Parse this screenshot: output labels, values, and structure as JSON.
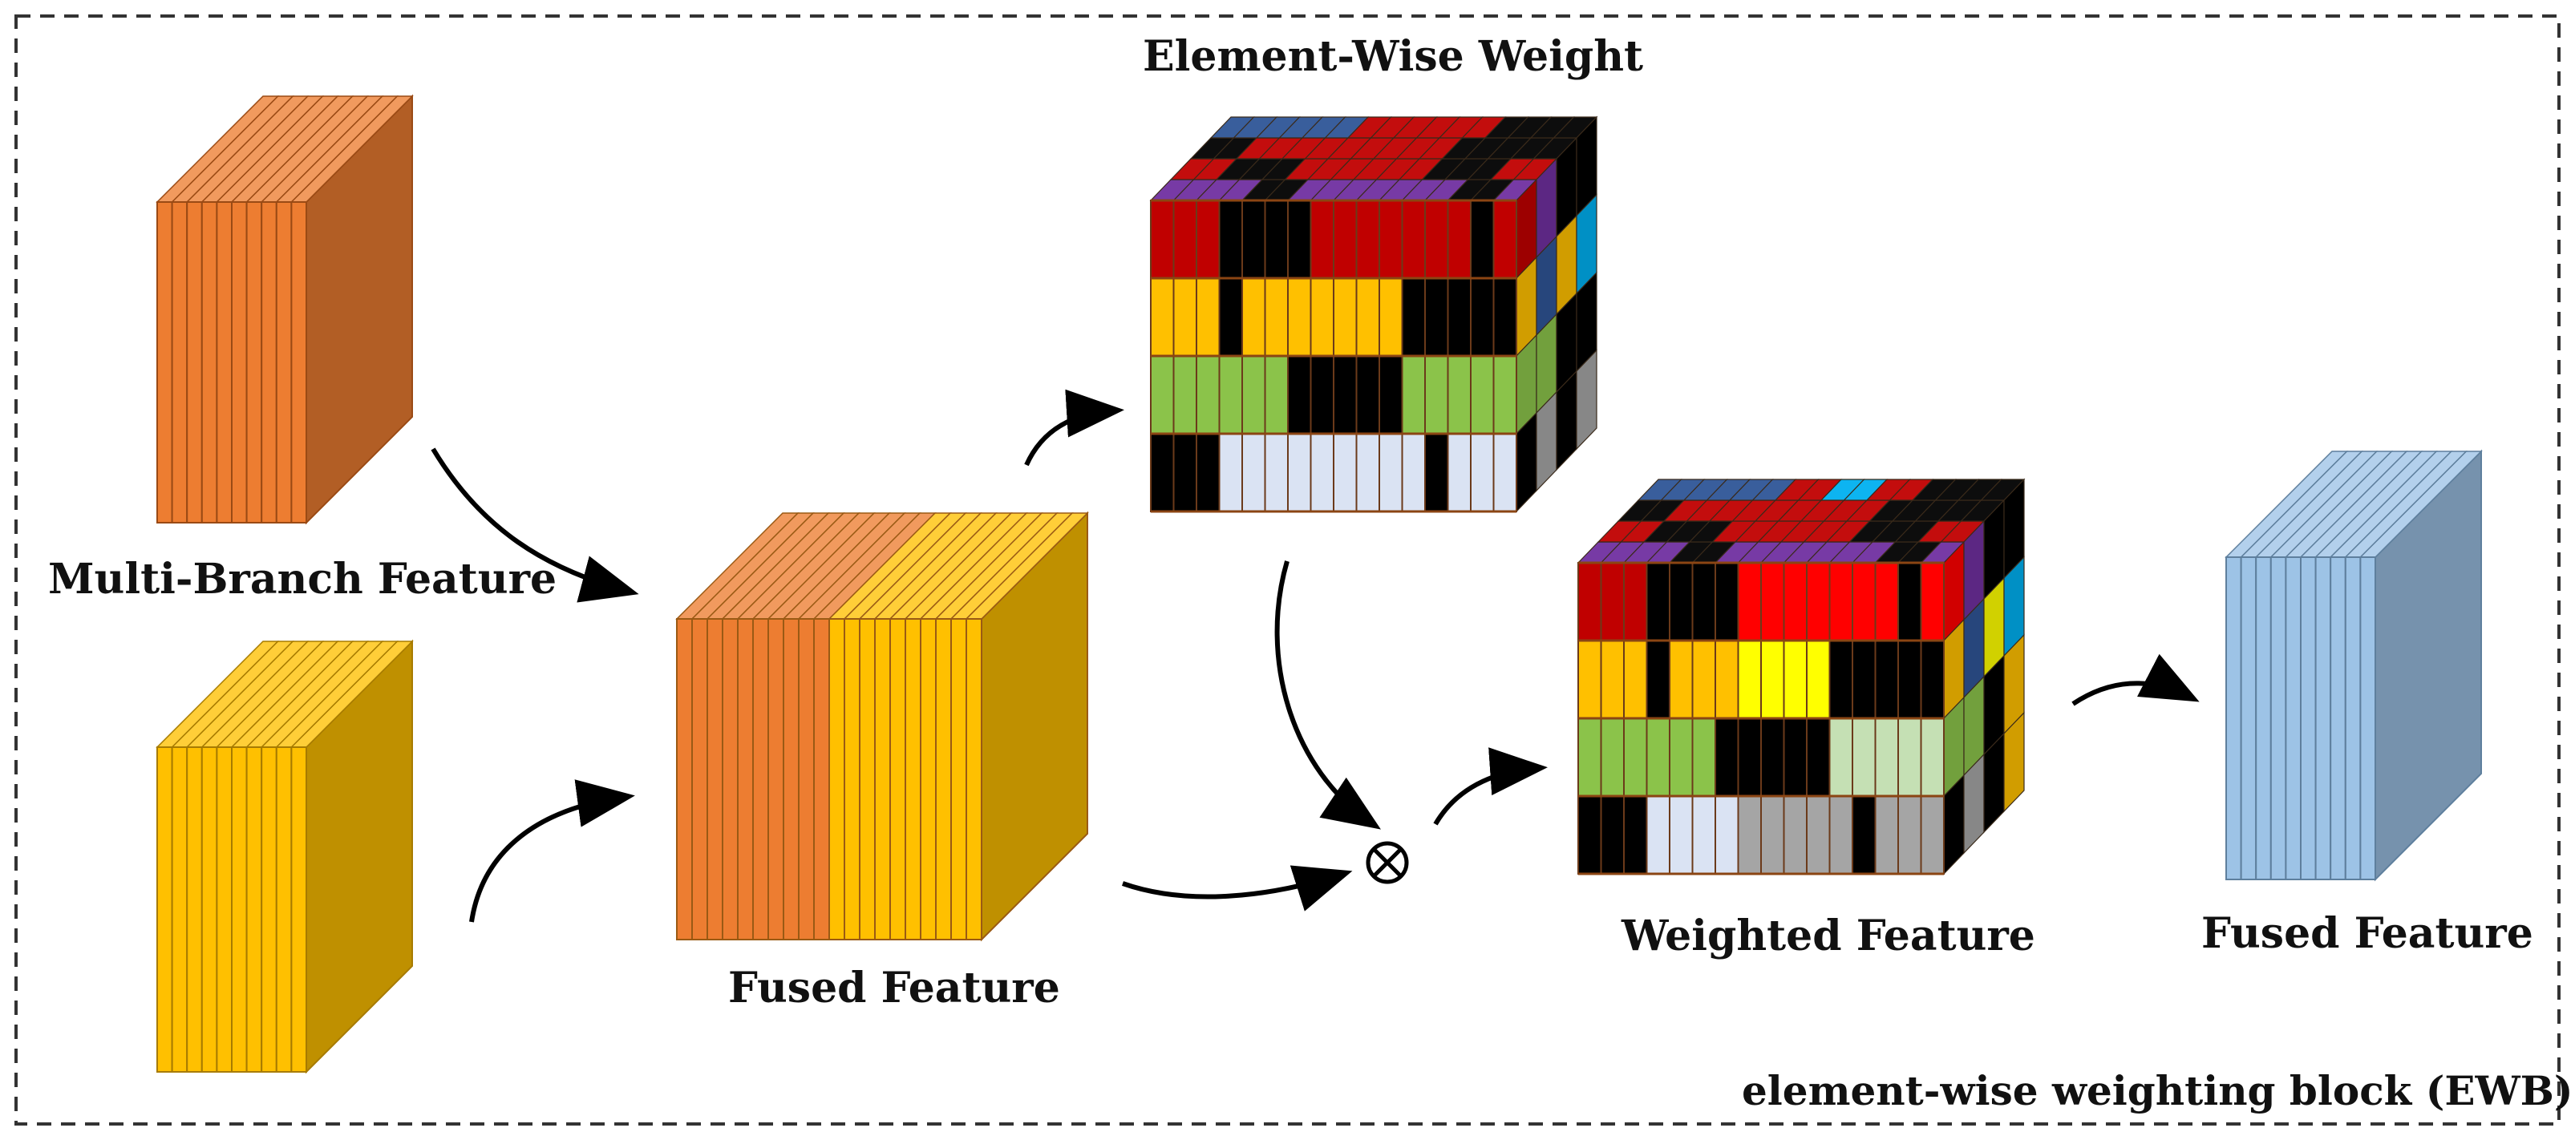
{
  "labels": {
    "multi_branch": "Multi-Branch Feature",
    "fused_feature_mid": "Fused Feature",
    "element_wise_weight": "Element-Wise Weight",
    "weighted_feature": "Weighted Feature",
    "fused_feature_out": "Fused Feature",
    "block_name": "element-wise weighting block (EWB)"
  },
  "operator_symbol": "⊗",
  "colors": {
    "orange": "#ED7D31",
    "gold": "#FFC000",
    "light_blue": "#9DC3E6",
    "red": "#C00000",
    "bright_red": "#FF0000",
    "yellow": "#FFFF00",
    "green": "#8BC34A",
    "light_green": "#C5E0B4",
    "light_gray": "#DAE3F3",
    "gray": "#A5A5A5",
    "black": "#000000",
    "purple": "#7030A0",
    "dark_blue": "#2F5597",
    "teal": "#00B0F0"
  },
  "weight_grid": [
    [
      "red",
      "red",
      "red",
      "black",
      "black",
      "black",
      "black",
      "red",
      "red",
      "red",
      "red",
      "red",
      "red",
      "red",
      "black",
      "red"
    ],
    [
      "gold",
      "gold",
      "gold",
      "black",
      "gold",
      "gold",
      "gold",
      "gold",
      "gold",
      "gold",
      "gold",
      "black",
      "black",
      "black",
      "black",
      "black"
    ],
    [
      "green",
      "green",
      "green",
      "green",
      "green",
      "green",
      "black",
      "black",
      "black",
      "black",
      "black",
      "green",
      "green",
      "green",
      "green",
      "green"
    ],
    [
      "black",
      "black",
      "black",
      "light_gray",
      "light_gray",
      "light_gray",
      "light_gray",
      "light_gray",
      "light_gray",
      "light_gray",
      "light_gray",
      "light_gray",
      "black",
      "light_gray",
      "light_gray",
      "light_gray"
    ]
  ],
  "weighted_grid": [
    [
      "red",
      "red",
      "red",
      "black",
      "black",
      "black",
      "black",
      "bright_red",
      "bright_red",
      "bright_red",
      "bright_red",
      "bright_red",
      "bright_red",
      "bright_red",
      "black",
      "bright_red"
    ],
    [
      "gold",
      "gold",
      "gold",
      "black",
      "gold",
      "gold",
      "gold",
      "yellow",
      "yellow",
      "yellow",
      "yellow",
      "black",
      "black",
      "black",
      "black",
      "black"
    ],
    [
      "green",
      "green",
      "green",
      "green",
      "green",
      "green",
      "black",
      "black",
      "black",
      "black",
      "black",
      "light_green",
      "light_green",
      "light_green",
      "light_green",
      "light_green"
    ],
    [
      "black",
      "black",
      "black",
      "light_gray",
      "light_gray",
      "light_gray",
      "light_gray",
      "gray",
      "gray",
      "gray",
      "gray",
      "gray",
      "black",
      "gray",
      "gray",
      "gray"
    ]
  ]
}
